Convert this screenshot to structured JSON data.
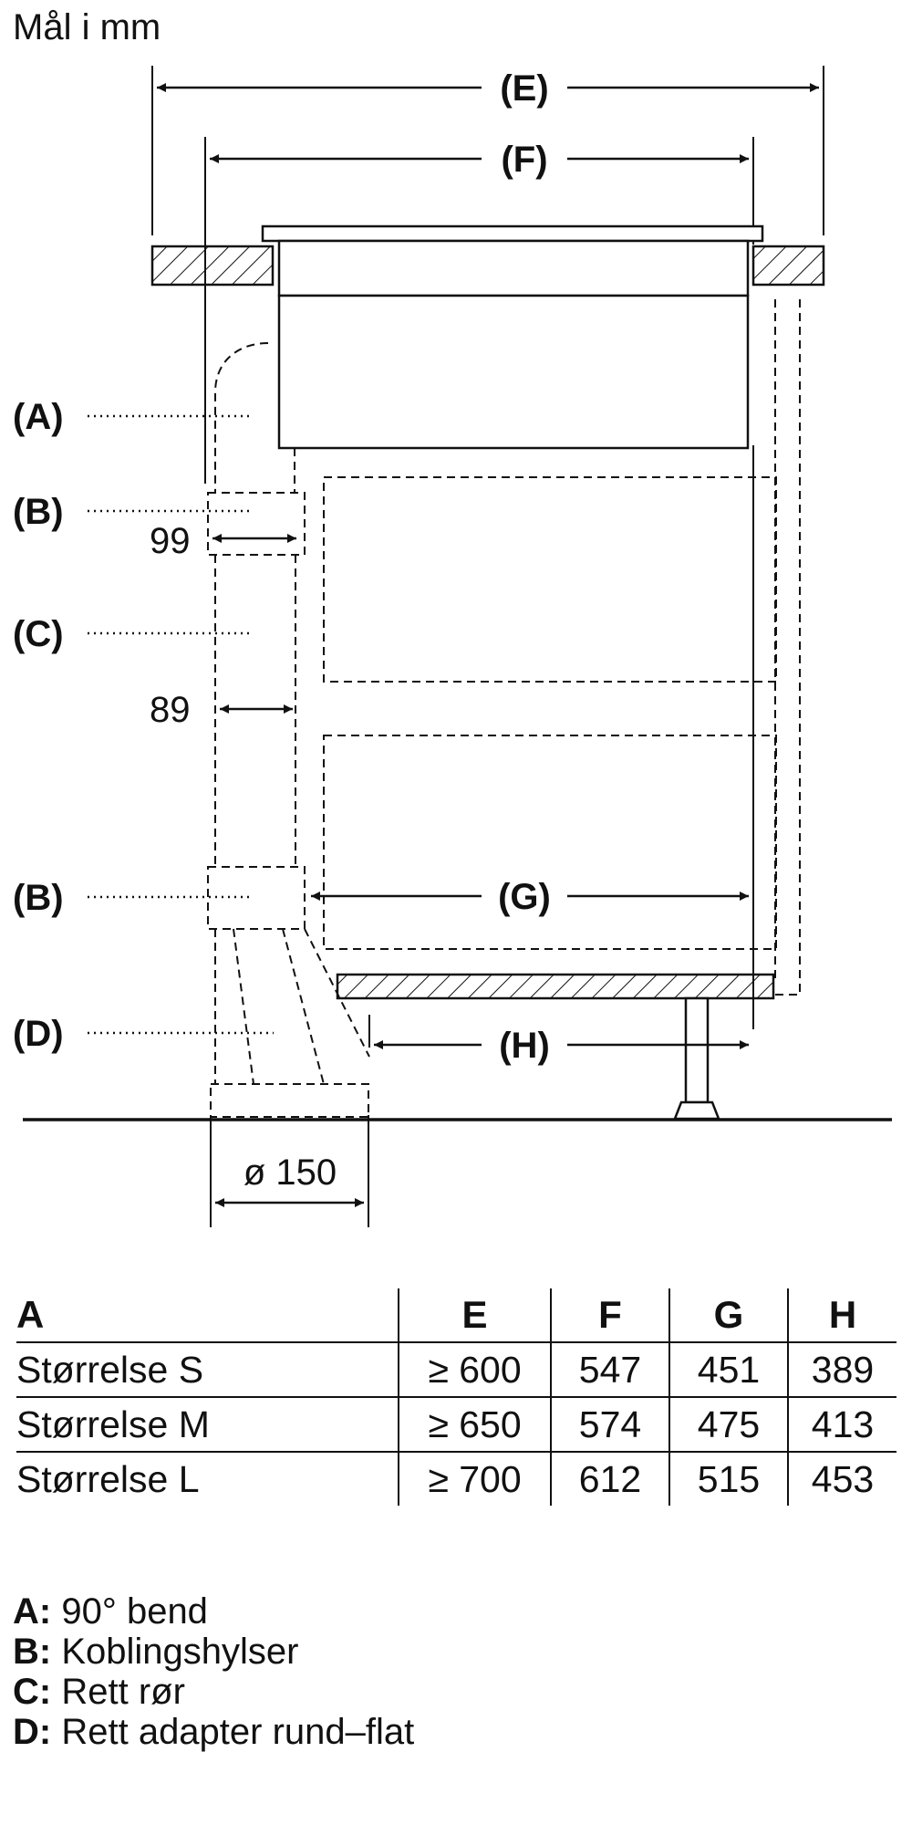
{
  "unit_note": "Mål i mm",
  "diagram": {
    "dim_e": "(E)",
    "dim_f": "(F)",
    "dim_g": "(G)",
    "dim_h": "(H)",
    "label_a": "(A)",
    "label_b_top": "(B)",
    "label_c": "(C)",
    "label_b_bottom": "(B)",
    "label_d": "(D)",
    "dim_99": "99",
    "dim_89": "89",
    "dim_150": "ø 150"
  },
  "table": {
    "headers": [
      "A",
      "E",
      "F",
      "G",
      "H"
    ],
    "rows": [
      [
        "Størrelse S",
        "≥ 600",
        "547",
        "451",
        "389"
      ],
      [
        "Størrelse M",
        "≥ 650",
        "574",
        "475",
        "413"
      ],
      [
        "Størrelse L",
        "≥ 700",
        "612",
        "515",
        "453"
      ]
    ]
  },
  "legend": [
    {
      "key": "A:",
      "text": "90° bend"
    },
    {
      "key": "B:",
      "text": "Koblingshylser"
    },
    {
      "key": "C:",
      "text": "Rett rør"
    },
    {
      "key": "D:",
      "text": "Rett adapter rund–flat"
    }
  ]
}
